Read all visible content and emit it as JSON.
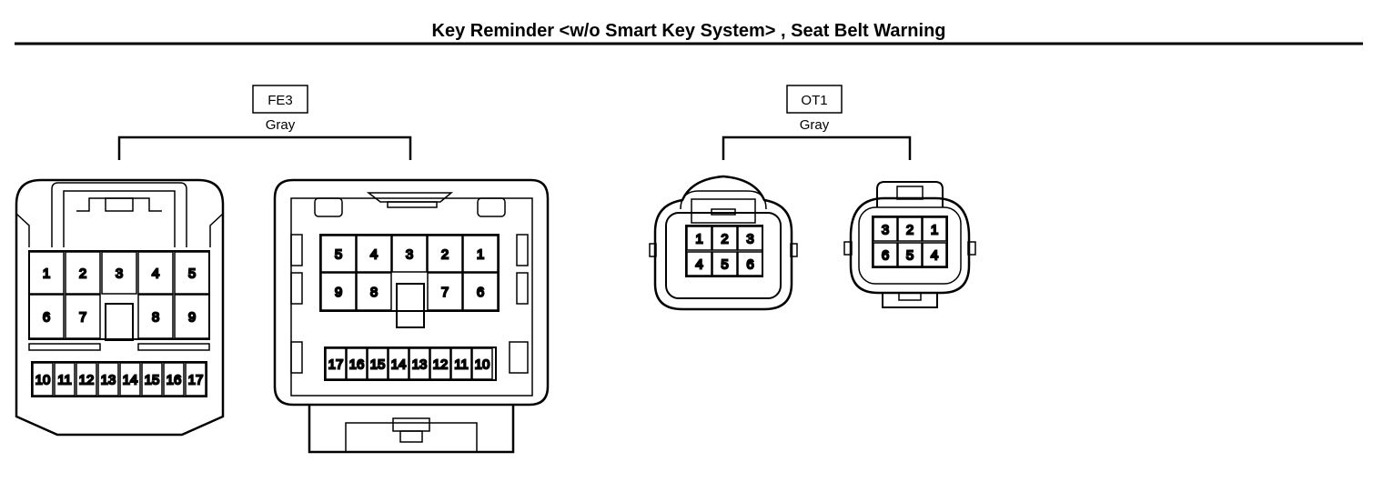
{
  "title": "Key Reminder <w/o Smart Key System> , Seat Belt Warning",
  "connectors": [
    {
      "code": "FE3",
      "color": "Gray",
      "male_view": {
        "row1": [
          "1",
          "2",
          "3",
          "4",
          "5"
        ],
        "row2": [
          "6",
          "7",
          "8",
          "9"
        ],
        "row3": [
          "10",
          "11",
          "12",
          "13",
          "14",
          "15",
          "16",
          "17"
        ]
      },
      "female_view": {
        "row1": [
          "5",
          "4",
          "3",
          "2",
          "1"
        ],
        "row2": [
          "9",
          "8",
          "7",
          "6"
        ],
        "row3": [
          "17",
          "16",
          "15",
          "14",
          "13",
          "12",
          "11",
          "10"
        ]
      }
    },
    {
      "code": "OT1",
      "color": "Gray",
      "male_view": {
        "row1": [
          "1",
          "2",
          "3"
        ],
        "row2": [
          "4",
          "5",
          "6"
        ]
      },
      "female_view": {
        "row1": [
          "3",
          "2",
          "1"
        ],
        "row2": [
          "6",
          "5",
          "4"
        ]
      }
    }
  ]
}
